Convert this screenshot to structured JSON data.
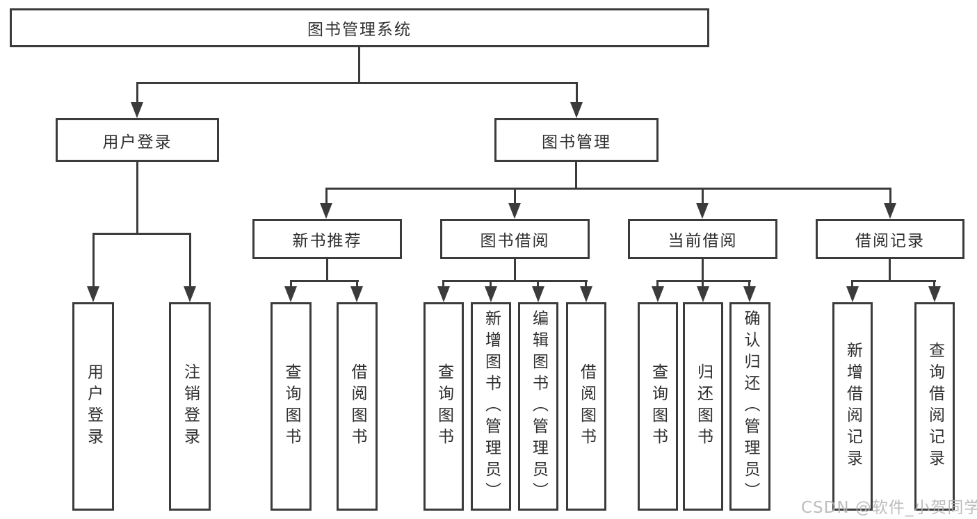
{
  "tree": {
    "root": "图书管理系统",
    "level2": {
      "user_login": "用户登录",
      "book_mgmt": "图书管理"
    },
    "level3": {
      "new_book": "新书推荐",
      "book_borrow": "图书借阅",
      "current_borrow": "当前借阅",
      "borrow_records": "借阅记录"
    },
    "leaves": {
      "user_login": [
        "用户登录",
        "注销登录"
      ],
      "new_book": [
        "查询图书",
        "借阅图书"
      ],
      "book_borrow": [
        "查询图书",
        "新增图书（管理员）",
        "编辑图书（管理员）",
        "借阅图书"
      ],
      "current_borrow": [
        "查询图书",
        "归还图书",
        "确认归还（管理员）"
      ],
      "borrow_records": [
        "新增借阅记录",
        "查询借阅记录"
      ]
    }
  },
  "watermark": "CSDN @软件_小贺同学",
  "colors": {
    "line": "#3b3b3b",
    "text": "#2f2f2f",
    "box_bg": "#ffffff",
    "watermark": "#b2b2b2"
  }
}
